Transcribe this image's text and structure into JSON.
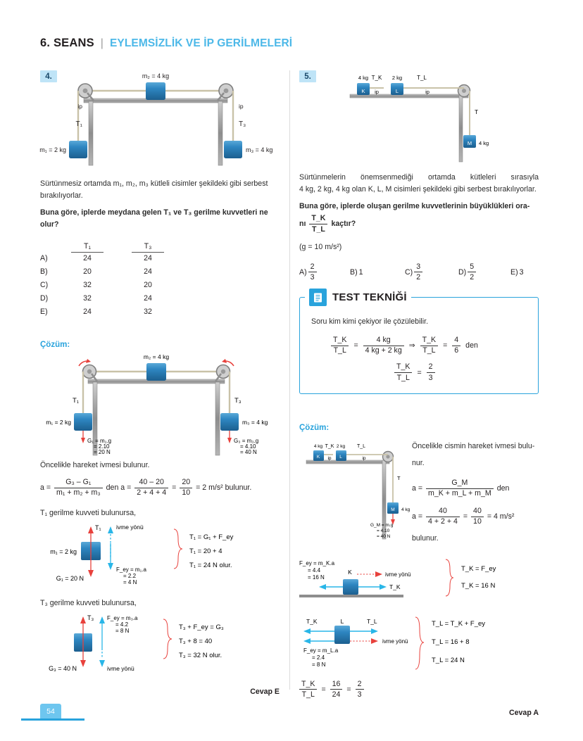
{
  "header": {
    "session": "6. SEANS",
    "separator": "|",
    "title": "EYLEMSİZLİK VE İP GERİLMELERİ"
  },
  "colors": {
    "accent": "#29a3dc",
    "accent_light": "#4cb8e8",
    "badge_bg": "#bfe4f7",
    "block_blue": "#2e86c1",
    "force_red": "#e8413c",
    "arrow_cyan": "#29b6e8",
    "frame_gray": "#9a9a9a",
    "rope_tan": "#c9c2a8"
  },
  "question4": {
    "number": "4.",
    "figure": {
      "label_m2": "m₂ = 4 kg",
      "label_m1": "m₁ = 2 kg",
      "label_m3": "m₃ = 4 kg",
      "label_ip_left": "ip",
      "label_ip_right": "ip",
      "label_T1": "T₁",
      "label_T3": "T₃"
    },
    "prompt_line1": "Sürtünmesiz ortamda m₁, m₂, m₃ kütleli cisimler şekildeki gibi serbest",
    "prompt_line2": "bırakılıyorlar.",
    "question_line1": "Buna göre, iplerde meydana gelen T₁ ve T₃ gerilme kuvvetleri ne",
    "question_line2": "olur?",
    "table": {
      "col1": "T₁",
      "col2": "T₃",
      "rows": [
        {
          "letter": "A)",
          "t1": "24",
          "t3": "24"
        },
        {
          "letter": "B)",
          "t1": "20",
          "t3": "24"
        },
        {
          "letter": "C)",
          "t1": "32",
          "t3": "20"
        },
        {
          "letter": "D)",
          "t1": "32",
          "t3": "24"
        },
        {
          "letter": "E)",
          "t1": "24",
          "t3": "32"
        }
      ]
    },
    "solution": {
      "label": "Çözüm:",
      "figure": {
        "label_m2": "m₂ = 4 kg",
        "label_m1": "m₁ = 2 kg",
        "label_m3": "m₃ = 4 kg",
        "label_T1": "T₁",
        "label_T3": "T₃",
        "g1_line1": "G₁ = m₁.g",
        "g1_line2": "= 2.10",
        "g1_line3": "= 20 N",
        "g3_line1": "G₃ = m₃.g",
        "g3_line2": "= 4.10",
        "g3_line3": "= 40 N"
      },
      "accel_text": "Öncelikle hareket ivmesi bulunur.",
      "accel_eq": {
        "a": "a =",
        "f1_num": "G₃ – G₁",
        "f1_den": "m₁ + m₂ + m₃",
        "den_word": "den a =",
        "f2_num": "40 – 20",
        "f2_den": "2 + 4 + 4",
        "eq2": "=",
        "f3_num": "20",
        "f3_den": "10",
        "result": "= 2 m/s² bulunur."
      },
      "t1_heading": "T₁ gerilme kuvveti bulunursa,",
      "t1_fbd": {
        "mass_label": "m₁ = 2 kg",
        "tension_label": "T₁",
        "ivme_label": "ivme yönü",
        "weight_label": "G₁ = 20 N",
        "fey_line1": "F_ey = m₁.a",
        "fey_line2": "= 2.2",
        "fey_line3": "= 4 N",
        "eq1": "T₁ = G₁ + F_ey",
        "eq2": "T₁ = 20 + 4",
        "eq3": "T₁ = 24 N olur."
      },
      "t3_heading": "T₃ gerilme kuvveti bulunursa,",
      "t3_fbd": {
        "tension_label": "T₃",
        "ivme_label": "ivme yönü",
        "weight_label": "G₃ = 40 N",
        "fey_line1": "F_ey = m₃.a",
        "fey_line2": "= 4.2",
        "fey_line3": "= 8 N",
        "eq1": "T₃ + F_ey = G₃",
        "eq2": "T₃ + 8 = 40",
        "eq3": "T₃ = 32 N olur."
      },
      "answer": "Cevap E"
    }
  },
  "question5": {
    "number": "5.",
    "figure": {
      "label_K_mass": "4 kg",
      "label_L_mass": "2 kg",
      "label_M_mass": "4 kg",
      "label_K": "K",
      "label_L": "L",
      "label_M": "M",
      "label_TK": "T_K",
      "label_TL": "T_L",
      "label_T": "T",
      "label_ip1": "ip",
      "label_ip2": "ip"
    },
    "prompt_line1": "Sürtünmelerin önemsenmediği ortamda kütleleri sırasıyla",
    "prompt_line2": "4 kg, 2 kg, 4 kg olan K, L, M cisimleri şekildeki gibi serbest bırakılıyorlar.",
    "question_line1": "Buna göre, iplerde oluşan gerilme kuvvetlerinin büyüklükleri ora-",
    "question_prefix": "nı",
    "question_frac_num": "T_K",
    "question_frac_den": "T_L",
    "question_suffix": "kaçtır?",
    "given": "(g = 10 m/s²)",
    "options": [
      {
        "letter": "A)",
        "num": "2",
        "den": "3"
      },
      {
        "letter": "B)",
        "plain": "1"
      },
      {
        "letter": "C)",
        "num": "3",
        "den": "2"
      },
      {
        "letter": "D)",
        "num": "5",
        "den": "2"
      },
      {
        "letter": "E)",
        "plain": "3"
      }
    ],
    "test_teknigi": {
      "title": "TEST TEKNİĞİ",
      "icon": "document-lines-icon",
      "intro": "Soru kim kimi çekiyor ile çözülebilir.",
      "line1": {
        "lhs_num": "T_K",
        "lhs_den": "T_L",
        "eq": "=",
        "rhs_num": "4 kg",
        "rhs_den": "4 kg + 2 kg",
        "arrow": "⇒",
        "r2_num": "T_K",
        "r2_den": "T_L",
        "eq2": "=",
        "r3_num": "4",
        "r3_den": "6",
        "den_word": "den"
      },
      "line2": {
        "lhs_num": "T_K",
        "lhs_den": "T_L",
        "eq": "=",
        "rhs_num": "2",
        "rhs_den": "3"
      }
    },
    "solution": {
      "label": "Çözüm:",
      "figure": {
        "label_K_mass": "4 kg",
        "label_L_mass": "2 kg",
        "label_M_mass": "4 kg",
        "label_K": "K",
        "label_L": "L",
        "label_M": "M",
        "label_TK": "T_K",
        "label_TL": "T_L",
        "label_T": "T",
        "label_ip1": "ip",
        "label_ip2": "ip",
        "gm_line1": "G_M = m.g",
        "gm_line2": "= 4.10",
        "gm_line3": "= 40 N"
      },
      "intro_line1": "Öncelikle cismin hareket ivmesi bulu-",
      "intro_line2": "nur.",
      "accel_eq1": {
        "a": "a =",
        "num": "G_M",
        "den": "m_K + m_L + m_M",
        "den_word": "den"
      },
      "accel_eq2": {
        "a": "a =",
        "f1_num": "40",
        "f1_den": "4 + 2 + 4",
        "eq": "=",
        "f2_num": "40",
        "f2_den": "10",
        "result": "= 4 m/s²"
      },
      "bulunur": "bulunur.",
      "k_fbd": {
        "fey_line1": "F_ey = m_K.a",
        "fey_line2": "= 4.4",
        "fey_line3": "= 16 N",
        "block_label": "K",
        "ivme_label": "ivme yönü",
        "tension_label": "T_K",
        "eq1": "T_K = F_ey",
        "eq2": "T_K = 16 N"
      },
      "l_fbd": {
        "block_label": "L",
        "left_label": "T_K",
        "right_label": "T_L",
        "ivme_label": "ivme yönü",
        "fey_line1": "F_ey = m_L.a",
        "fey_line2": "= 2.4",
        "fey_line3": "= 8 N",
        "eq1": "T_L = T_K + F_ey",
        "eq2": "T_L = 16 + 8",
        "eq3": "T_L = 24 N"
      },
      "ratio": {
        "lhs_num": "T_K",
        "lhs_den": "T_L",
        "eq1": "=",
        "m_num": "16",
        "m_den": "24",
        "eq2": "=",
        "r_num": "2",
        "r_den": "3"
      },
      "answer": "Cevap A"
    }
  },
  "footer": {
    "page_number": "54"
  }
}
